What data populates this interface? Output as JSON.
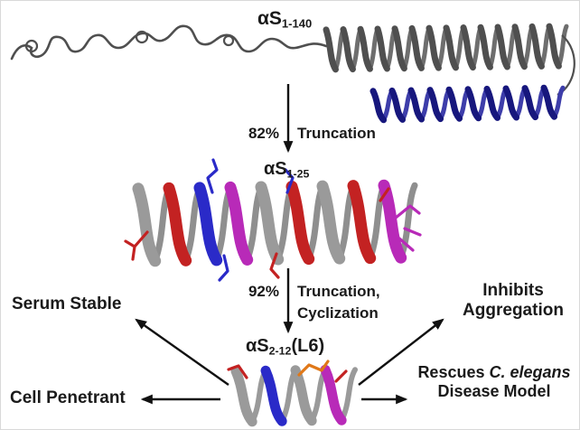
{
  "figure": {
    "labels": {
      "full": {
        "prefix": "αS",
        "sub": "1-140"
      },
      "intermediate": {
        "prefix": "αS",
        "sub": "1-25"
      },
      "final": {
        "prefix": "αS",
        "sub": "2-12",
        "suffix": "(L6)"
      }
    },
    "steps": {
      "step1": {
        "percent": "82%",
        "action": "Truncation"
      },
      "step2": {
        "percent": "92%",
        "action_line1": "Truncation,",
        "action_line2": "Cyclization"
      }
    },
    "outcomes": {
      "serum_stable": "Serum Stable",
      "cell_penetrant": "Cell Penetrant",
      "inhibits_line1": "Inhibits",
      "inhibits_line2": "Aggregation",
      "rescues_prefix": "Rescues",
      "rescues_species": "C. elegans",
      "rescues_line2": "Disease Model"
    }
  },
  "colors": {
    "background": "#ffffff",
    "text": "#1a1a1a",
    "arrow": "#111111",
    "chain_gray": "#4f4f4f",
    "helix_gray": "#9a9a9a",
    "helix_red": "#c32222",
    "helix_blue": "#2a2ac8",
    "helix_magenta": "#b82ab8",
    "helix_navy": "#17177d",
    "stick_orange": "#e07818"
  }
}
